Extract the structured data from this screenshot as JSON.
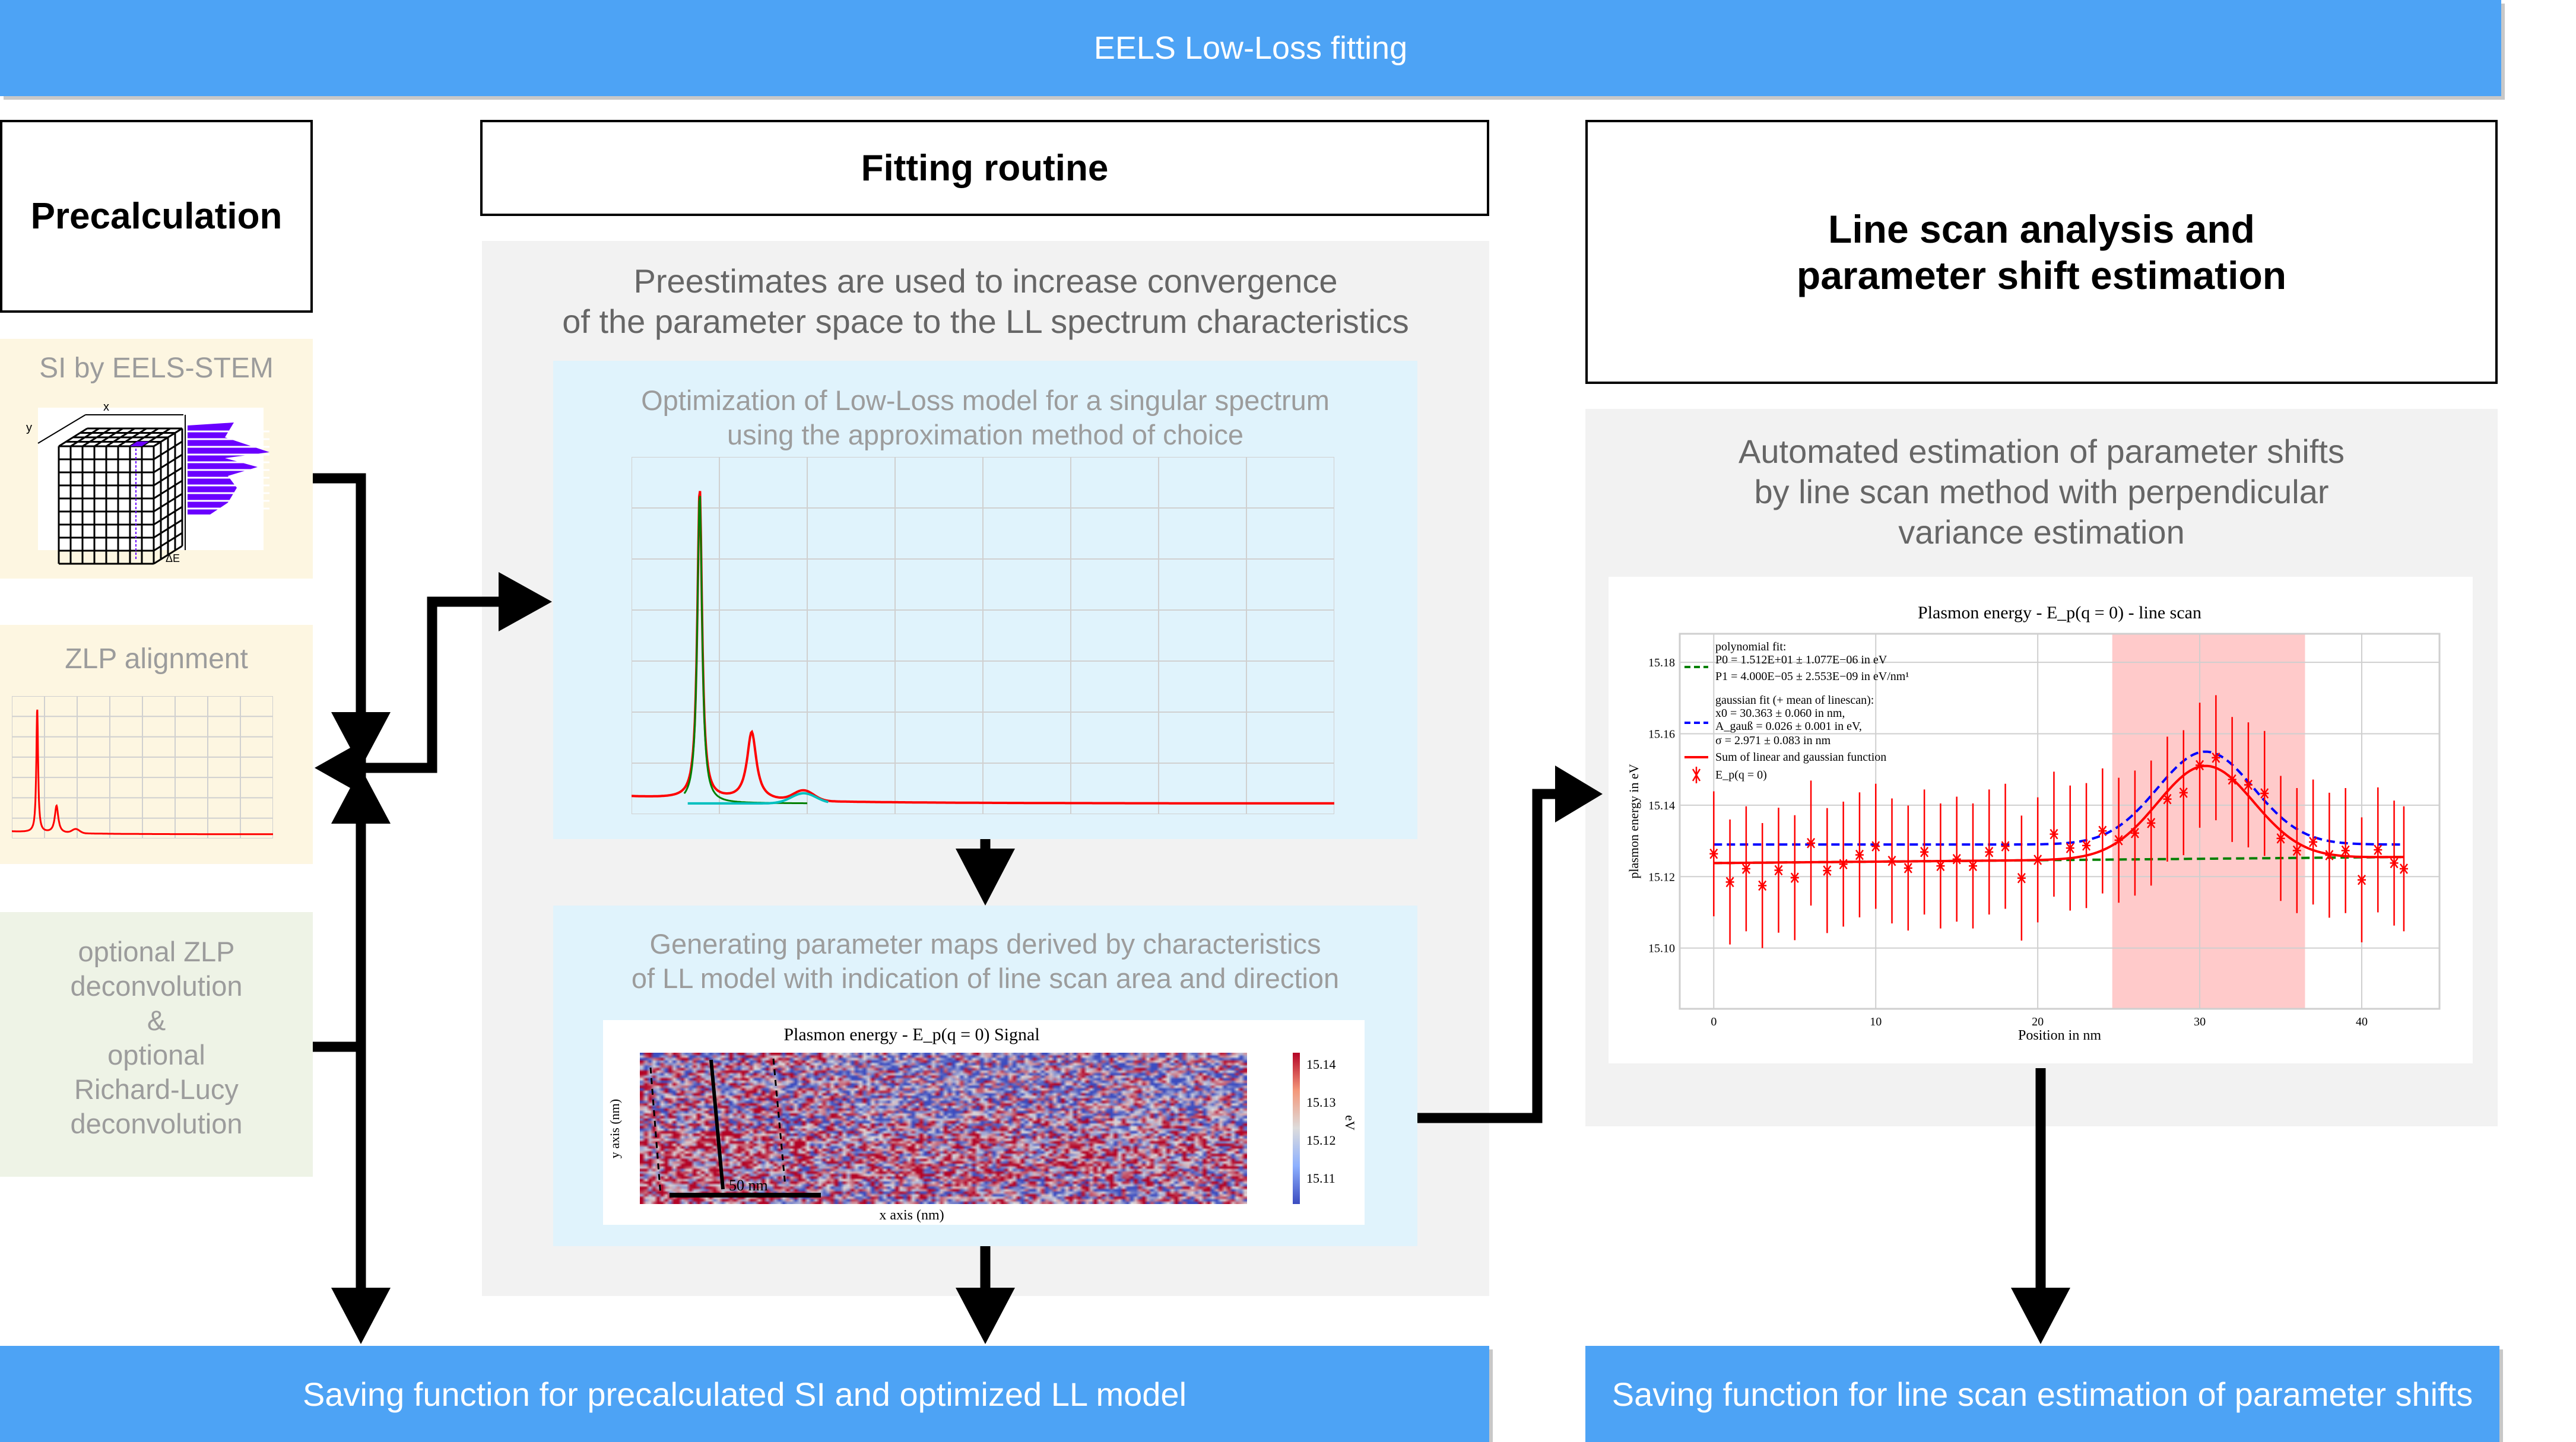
{
  "header": {
    "title": "EELS Low-Loss fitting",
    "color": "#4da3f5"
  },
  "precalc": {
    "title": "Precalculation",
    "si_box": {
      "title": "SI by EELS-STEM",
      "axis_x": "x",
      "axis_y": "y",
      "axis_e": "ΔE",
      "bg": "#fdf6e1"
    },
    "zlp_box": {
      "title": "ZLP alignment"
    },
    "optional_box": {
      "lines": [
        "optional ZLP",
        "deconvolution",
        "&",
        "optional",
        "Richard-Lucy",
        "deconvolution"
      ],
      "bg": "#eef3e6"
    }
  },
  "fitting": {
    "title": "Fitting routine",
    "description": [
      "Preestimates are used to increase convergence",
      "of the parameter space to the LL spectrum characteristics"
    ],
    "optimization": {
      "lines": [
        "Optimization of Low-Loss model for a singular spectrum",
        "using the approximation method of choice"
      ]
    },
    "maps": {
      "lines": [
        "Generating parameter maps derived by characteristics",
        "of LL model with indication of line scan area and direction"
      ],
      "heatmap": {
        "title": "Plasmon energy - E_p(q = 0) Signal",
        "xlabel": "x axis (nm)",
        "ylabel": "y axis (nm)",
        "scalebar": "50 nm",
        "colorbar_label": "eV",
        "colorbar_ticks": [
          "15.14",
          "15.13",
          "15.12",
          "15.11"
        ],
        "colormap": "coolwarm"
      }
    }
  },
  "linescan": {
    "title_lines": [
      "Line scan analysis and",
      "parameter shift estimation"
    ],
    "description": [
      "Automated estimation of parameter shifts",
      "by line scan method with perpendicular",
      "variance estimation"
    ]
  },
  "save": {
    "left": "Saving function for precalculated SI and optimized LL model",
    "right": "Saving function for line scan estimation of parameter shifts"
  },
  "chart_data": {
    "type": "scatter",
    "title": "Plasmon energy - E_p(q = 0) - line scan",
    "xlabel": "Position in nm",
    "ylabel": "plasmon energy in eV",
    "xlim": [
      -2.1,
      44.8
    ],
    "ylim": [
      15.083,
      15.188
    ],
    "x_ticks": [
      "0",
      "10",
      "20",
      "30",
      "40"
    ],
    "y_ticks": [
      "15.10",
      "15.12",
      "15.14",
      "15.16",
      "15.18"
    ],
    "grid": true,
    "legend_placement": "top-left",
    "highlight_span": [
      24.6,
      36.5
    ],
    "legend": {
      "poly": [
        "polynomial fit:",
        "P0 = 1.512E+01 ± 1.077E−06 in eV",
        "P1 = 4.000E−05 ± 2.553E−09 in eV/nm¹"
      ],
      "gauss": [
        "gaussian fit (+ mean of linescan):",
        "x0 = 30.363 ± 0.060 in nm,",
        "A_gauß = 0.026 ± 0.001 in eV,",
        "σ = 2.971 ± 0.083 in nm"
      ],
      "sum": "Sum of linear and gaussian function",
      "points": "E_p(q = 0)"
    },
    "fit": {
      "x0": 30.363,
      "A": 0.026,
      "sigma": 2.971,
      "P1": 4e-05
    },
    "series": [
      {
        "x": [
          0,
          1,
          2,
          3,
          4,
          5,
          6,
          7,
          8,
          9,
          10,
          11,
          12,
          13,
          14,
          15,
          16,
          17,
          18,
          19,
          20,
          21,
          22,
          23,
          24,
          25,
          26,
          27,
          28,
          29,
          30,
          31,
          32,
          33,
          34,
          35,
          36,
          37,
          38,
          39,
          40,
          41,
          42,
          42.6
        ],
        "y": [
          15.1264,
          15.1185,
          15.1222,
          15.1175,
          15.1218,
          15.1197,
          15.1294,
          15.1217,
          15.1235,
          15.1261,
          15.1285,
          15.1244,
          15.1224,
          15.1269,
          15.123,
          15.1249,
          15.123,
          15.1269,
          15.1285,
          15.1196,
          15.1247,
          15.1319,
          15.128,
          15.1287,
          15.1328,
          15.1302,
          15.1322,
          15.135,
          15.1417,
          15.1435,
          15.1512,
          15.1533,
          15.1472,
          15.1457,
          15.1433,
          15.1307,
          15.1273,
          15.1297,
          15.126,
          15.1273,
          15.1191,
          15.1275,
          15.1238,
          15.1222
        ],
        "yerr": 0.0175
      }
    ]
  }
}
